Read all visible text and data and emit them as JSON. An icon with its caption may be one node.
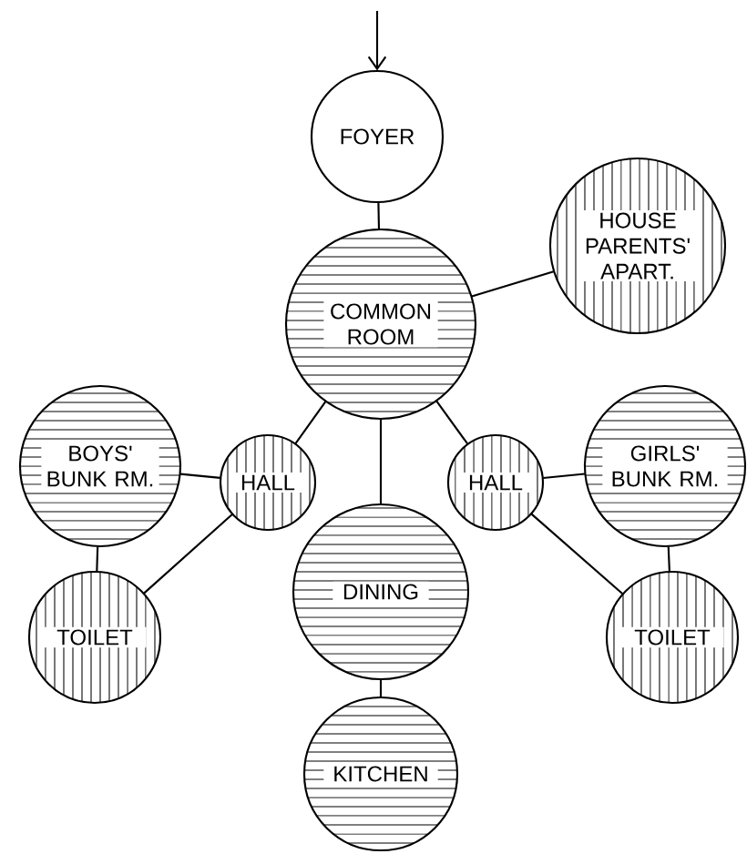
{
  "diagram": {
    "nodes": [
      {
        "text": [
          "FOYER"
        ]
      },
      {
        "text": [
          "HOUSE PARENTS' APART."
        ]
      },
      {
        "text": [
          "COMMON ROOM"
        ]
      },
      {
        "text": [
          "BOYS' BUNK RM."
        ]
      },
      {
        "text": [
          "HALL"
        ]
      },
      {
        "text": [
          "HALL"
        ]
      },
      {
        "text": [
          "GIRLS' BUNK RM."
        ]
      },
      {
        "text": [
          "DINING"
        ]
      },
      {
        "text": [
          "TOILET"
        ]
      },
      {
        "text": [
          "TOILET"
        ]
      },
      {
        "text": [
          "KITCHEN"
        ]
      }
    ],
    "edges": [
      {
        "from": null,
        "to": 0,
        "arrow": "to"
      },
      {
        "from": 0,
        "to": 2,
        "arrow": "none"
      },
      {
        "from": 2,
        "to": 1,
        "arrow": "none"
      },
      {
        "from": 2,
        "to": 4,
        "arrow": "none"
      },
      {
        "from": 2,
        "to": 5,
        "arrow": "none"
      },
      {
        "from": 2,
        "to": 7,
        "arrow": "none"
      },
      {
        "from": 4,
        "to": 3,
        "arrow": "none"
      },
      {
        "from": 4,
        "to": 8,
        "arrow": "none"
      },
      {
        "from": 3,
        "to": 8,
        "arrow": "none"
      },
      {
        "from": 5,
        "to": 6,
        "arrow": "none"
      },
      {
        "from": 5,
        "to": 9,
        "arrow": "none"
      },
      {
        "from": 6,
        "to": 9,
        "arrow": "none"
      },
      {
        "from": 7,
        "to": 10,
        "arrow": "none"
      }
    ]
  }
}
